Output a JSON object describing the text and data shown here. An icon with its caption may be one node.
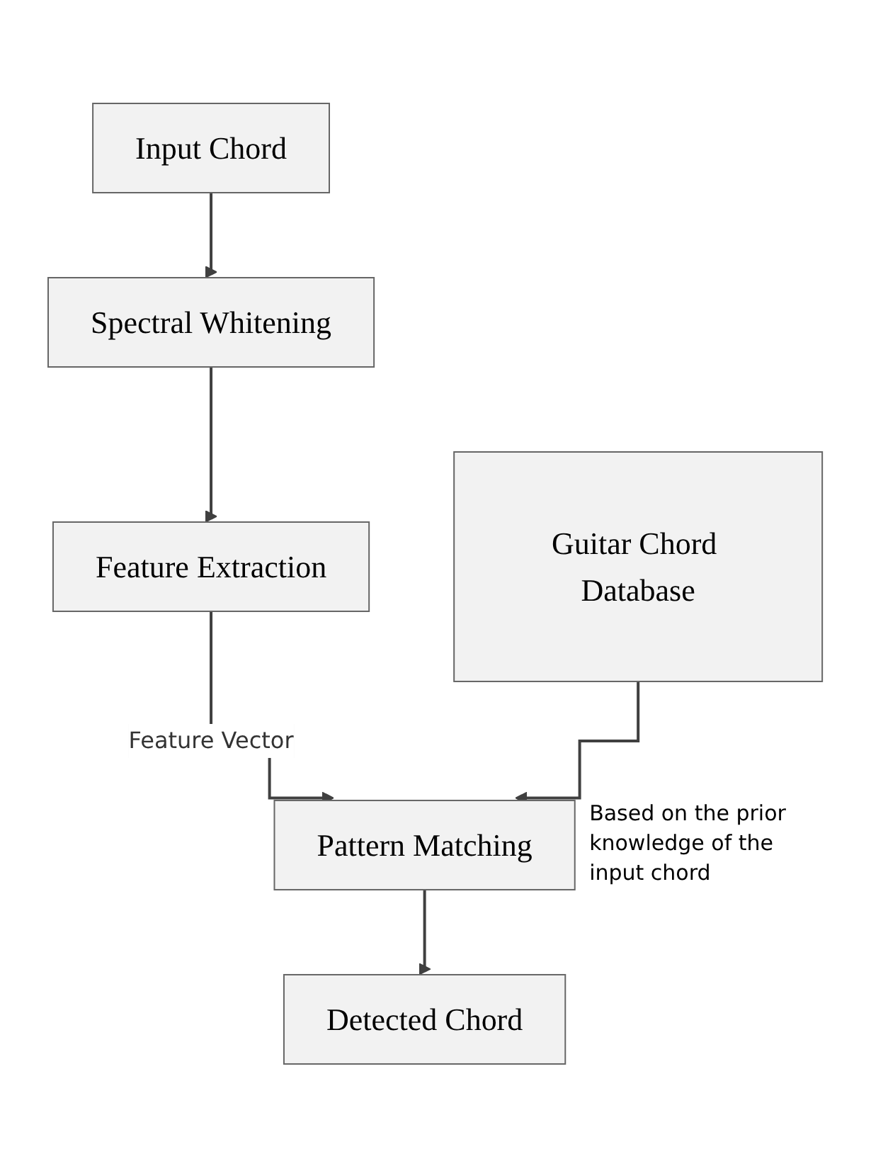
{
  "diagram": {
    "nodes": [
      {
        "text": [
          "Input Chord"
        ]
      },
      {
        "text": [
          "Spectral Whitening"
        ]
      },
      {
        "text": [
          "Feature Extraction"
        ]
      },
      {
        "text": [
          "Guitar Chord Database"
        ]
      },
      {
        "text": [
          "Pattern Matching"
        ],
        "beside": [
          "Based on the prior knowledge of the input chord"
        ]
      },
      {
        "text": [
          "Detected Chord"
        ]
      }
    ],
    "edges": [
      {
        "from": 0,
        "to": 1,
        "arrow": "to"
      },
      {
        "from": 1,
        "to": 2,
        "arrow": "to"
      },
      {
        "from": 2,
        "to": 4,
        "arrow": "to",
        "label": "Feature Vector"
      },
      {
        "from": 3,
        "to": 4,
        "arrow": "to"
      },
      {
        "from": 4,
        "to": 5,
        "arrow": "to"
      }
    ]
  }
}
